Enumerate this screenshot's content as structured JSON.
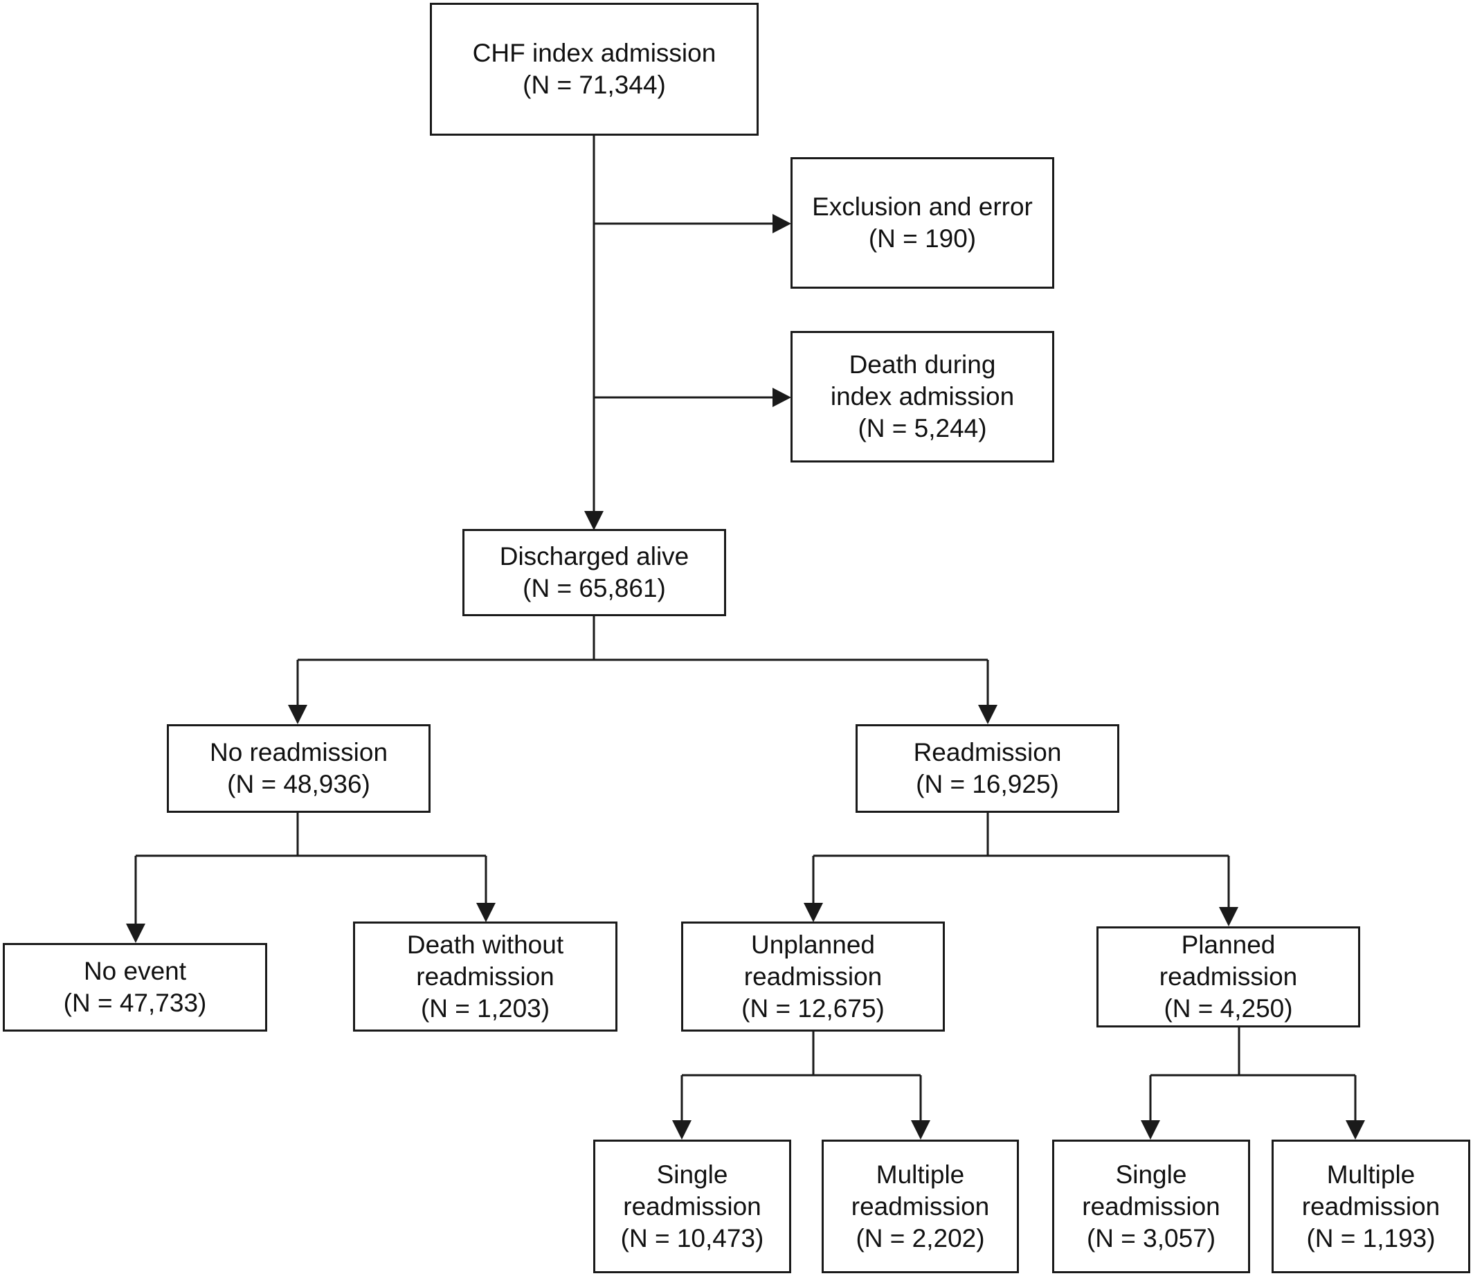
{
  "flowchart": {
    "index": {
      "line1": "CHF index admission",
      "count": "(N = 71,344)"
    },
    "exclusion": {
      "line1": "Exclusion and error",
      "count": "(N = 190)"
    },
    "death_index": {
      "line1": "Death during",
      "line2": "index admission",
      "count": "(N = 5,244)"
    },
    "discharged": {
      "line1": "Discharged alive",
      "count": "(N = 65,861)"
    },
    "no_readmission": {
      "line1": "No readmission",
      "count": "(N = 48,936)"
    },
    "readmission": {
      "line1": "Readmission",
      "count": "(N = 16,925)"
    },
    "no_event": {
      "line1": "No event",
      "count": "(N = 47,733)"
    },
    "death_without": {
      "line1": "Death without",
      "line2": "readmission",
      "count": "(N = 1,203)"
    },
    "unplanned": {
      "line1": "Unplanned",
      "line2": "readmission",
      "count": "(N = 12,675)"
    },
    "planned": {
      "line1": "Planned",
      "line2": "readmission",
      "count": "(N = 4,250)"
    },
    "unplanned_single": {
      "line1": "Single",
      "line2": "readmission",
      "count": "(N = 10,473)"
    },
    "unplanned_multiple": {
      "line1": "Multiple",
      "line2": "readmission",
      "count": "(N = 2,202)"
    },
    "planned_single": {
      "line1": "Single",
      "line2": "readmission",
      "count": "(N = 3,057)"
    },
    "planned_multiple": {
      "line1": "Multiple",
      "line2": "readmission",
      "count": "(N = 1,193)"
    }
  },
  "colors": {
    "line": "#1a1a1a",
    "background": "#ffffff",
    "text": "#111111"
  }
}
